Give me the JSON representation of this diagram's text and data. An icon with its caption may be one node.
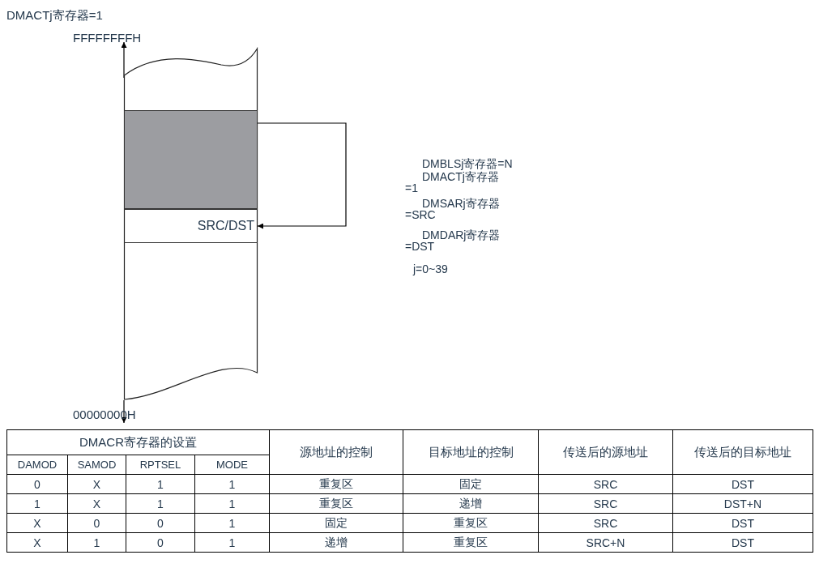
{
  "diagram": {
    "nodes": [
      {
        "text": [],
        "shape": "box"
      },
      {
        "text": [],
        "shape": "box",
        "in": 0
      },
      {
        "text": [
          "SRC/DST"
        ],
        "in": 0
      }
    ],
    "edges": [
      {
        "from": 1,
        "to": 2,
        "arrow": "to"
      }
    ],
    "labels": [
      "DMACTj寄存器=1",
      "FFFFFFFFH",
      "00000000H",
      "DMBLSj寄存器=N",
      "DMACTj寄存器 =1",
      "DMSARj寄存器 =SRC",
      "DMDARj寄存器 =DST",
      "j=0~39",
      "DMACR寄存器的设置",
      "源地址的控制",
      "目标地址的控制",
      "传送后的源地址",
      "传送后的目标地址",
      "DAMOD",
      "SAMOD",
      "RPTSEL",
      "MODE",
      "0",
      "X",
      "1",
      "1",
      "重复区",
      "固定",
      "SRC",
      "DST",
      "1",
      "X",
      "1",
      "1",
      "重复区",
      "递增",
      "SRC",
      "DST+N",
      "X",
      "0",
      "0",
      "1",
      "固定",
      "重复区",
      "SRC",
      "DST",
      "X",
      "1",
      "0",
      "1",
      "递增",
      "重复区",
      "SRC+N",
      "DST"
    ]
  }
}
